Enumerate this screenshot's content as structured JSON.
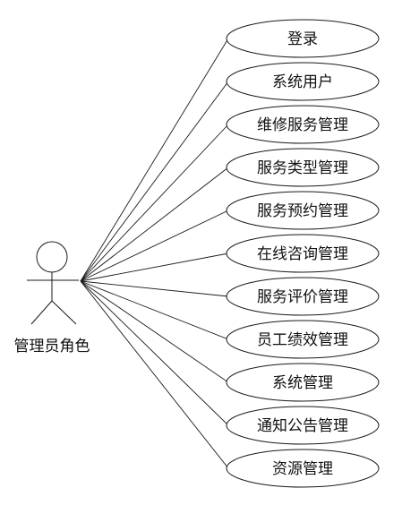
{
  "actor": {
    "label": "管理员角色"
  },
  "use_cases": [
    {
      "label": "登录"
    },
    {
      "label": "系统用户"
    },
    {
      "label": "维修服务管理"
    },
    {
      "label": "服务类型管理"
    },
    {
      "label": "服务预约管理"
    },
    {
      "label": "在线咨询管理"
    },
    {
      "label": "服务评价管理"
    },
    {
      "label": "员工绩效管理"
    },
    {
      "label": "系统管理"
    },
    {
      "label": "通知公告管理"
    },
    {
      "label": "资源管理"
    }
  ],
  "colors": {
    "stroke": "#1a1a1a",
    "fill": "#ffffff",
    "text": "#111111"
  }
}
